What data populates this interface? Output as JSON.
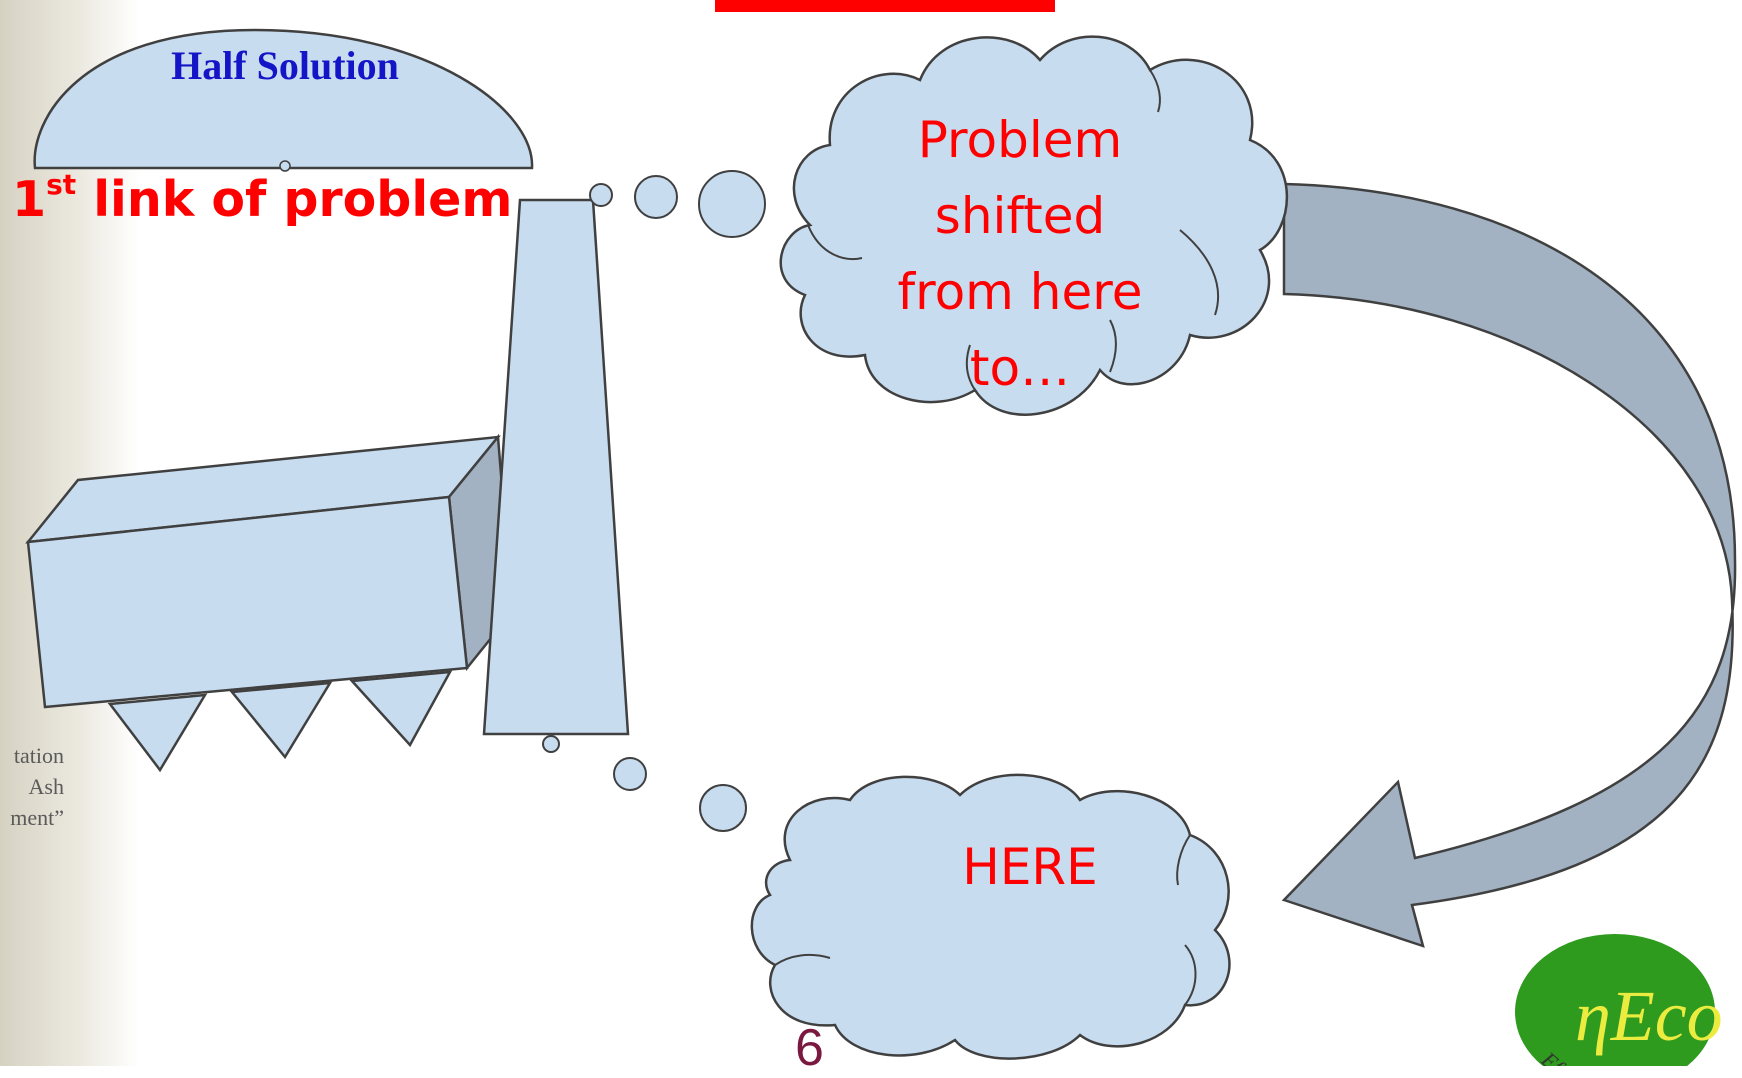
{
  "slide": {
    "half_solution": "Half Solution",
    "first_link_number": "1",
    "first_link_suffix": "st",
    "first_link_rest": " link of problem",
    "shifted_lines": [
      "Problem",
      "shifted",
      "from here",
      "to…"
    ],
    "here": "HERE",
    "page_number": "6",
    "side_caption_lines": [
      "tation",
      "Ash",
      "ment”"
    ]
  },
  "logo": {
    "text": "ηEco",
    "tagline": "Effici"
  },
  "colors": {
    "shape_fill": "#c8dcf0",
    "shape_stroke": "#404040",
    "shade_fill": "#a2b2c2",
    "accent_red": "#ff0000",
    "title_blue": "#1515c8",
    "logo_green": "#2e9a1e",
    "logo_text": "#ecec40"
  }
}
